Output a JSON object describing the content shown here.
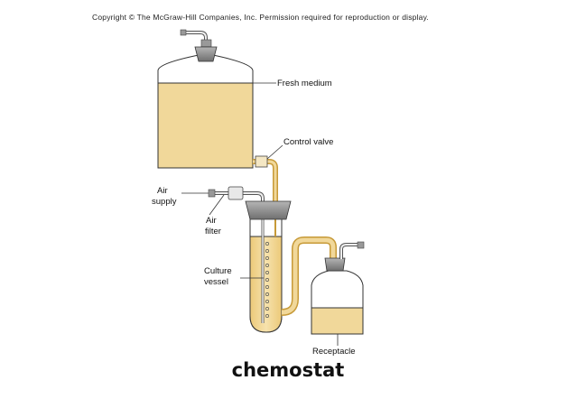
{
  "copyright": "Copyright © The McGraw-Hill Companies, Inc. Permission required for reproduction or display.",
  "labels": {
    "fresh_medium": "Fresh medium",
    "control_valve": "Control valve",
    "air_supply_1": "Air",
    "air_supply_2": "supply",
    "air_filter_1": "Air",
    "air_filter_2": "filter",
    "culture_vessel_1": "Culture",
    "culture_vessel_2": "vessel",
    "receptacle": "Receptacle"
  },
  "caption": "chemostat",
  "colors": {
    "medium": "#f1d89a",
    "outline": "#333333",
    "cap": "#8f8f8f",
    "background": "#ffffff"
  }
}
